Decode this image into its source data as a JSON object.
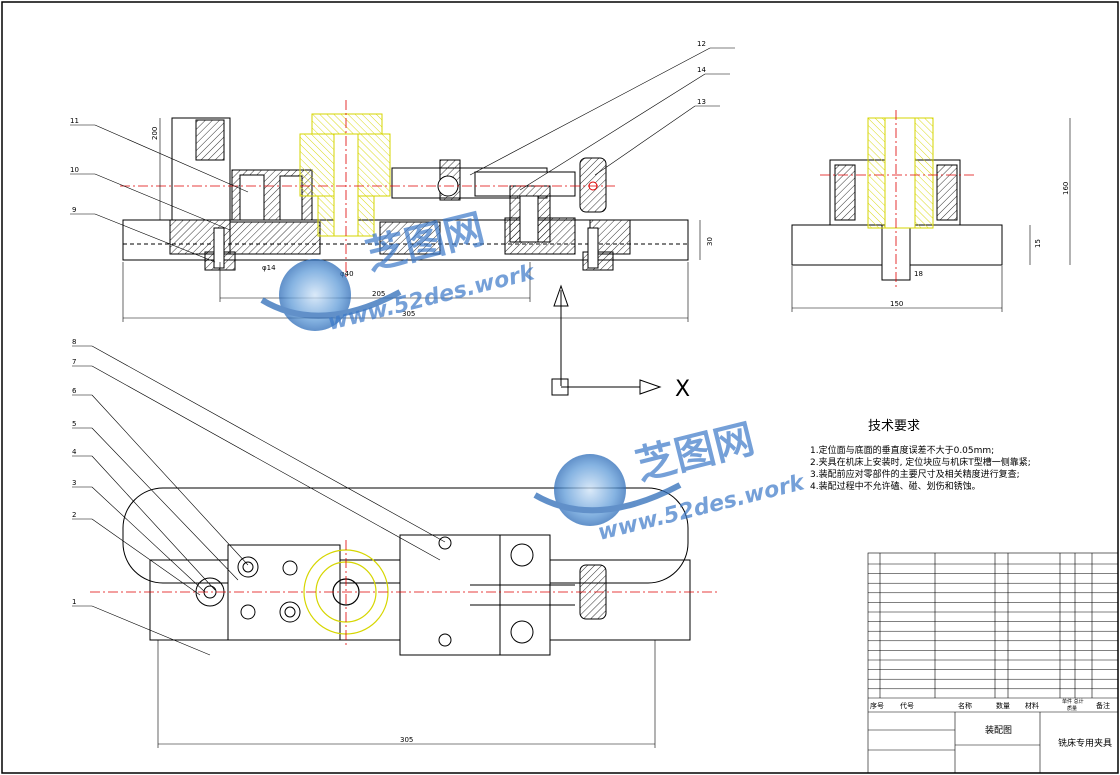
{
  "drawing": {
    "title_block": {
      "headers": {
        "seq": "序号",
        "code": "代号",
        "name": "名称",
        "qty": "数量",
        "material": "材料",
        "mass": "单件 总计",
        "note": "备注",
        "mass_sub": "质量"
      },
      "drawing_title": "装配图",
      "product_name": "铣床专用夹具"
    },
    "dimensions": {
      "front_d14": "φ14",
      "front_d40": "φ40",
      "front_width_inner": "205",
      "front_width_outer": "305",
      "front_height_left": "200",
      "front_height_right": "30",
      "side_height": "160",
      "side_width": "150",
      "side_base": "15",
      "side_slot": "18",
      "top_length": "305"
    },
    "axis": {
      "x_label": "X"
    },
    "balloons": {
      "b1": "1",
      "b2": "2",
      "b3": "3",
      "b4": "4",
      "b5": "5",
      "b6": "6",
      "b7": "7",
      "b8": "8",
      "b9": "9",
      "b10": "10",
      "b11": "11",
      "b12": "12",
      "b13": "13",
      "b14": "14"
    },
    "tech_requirements": {
      "title": "技术要求",
      "items": [
        "1.定位面与底面的垂直度误差不大于0.05mm;",
        "2.夹具在机床上安装时, 定位块应与机床T型槽一侧靠紧;",
        "3.装配前应对零部件的主要尺寸及相关精度进行复查;",
        "4.装配过程中不允许磕、碰、划伤和锈蚀。"
      ]
    },
    "watermark": {
      "brand": "芝图网",
      "url": "www.52des.work"
    },
    "colors": {
      "line": "#000000",
      "center": "#e00000",
      "part": "#e6e600",
      "hatch": "#000000",
      "watermark": "#3a78c8"
    }
  }
}
